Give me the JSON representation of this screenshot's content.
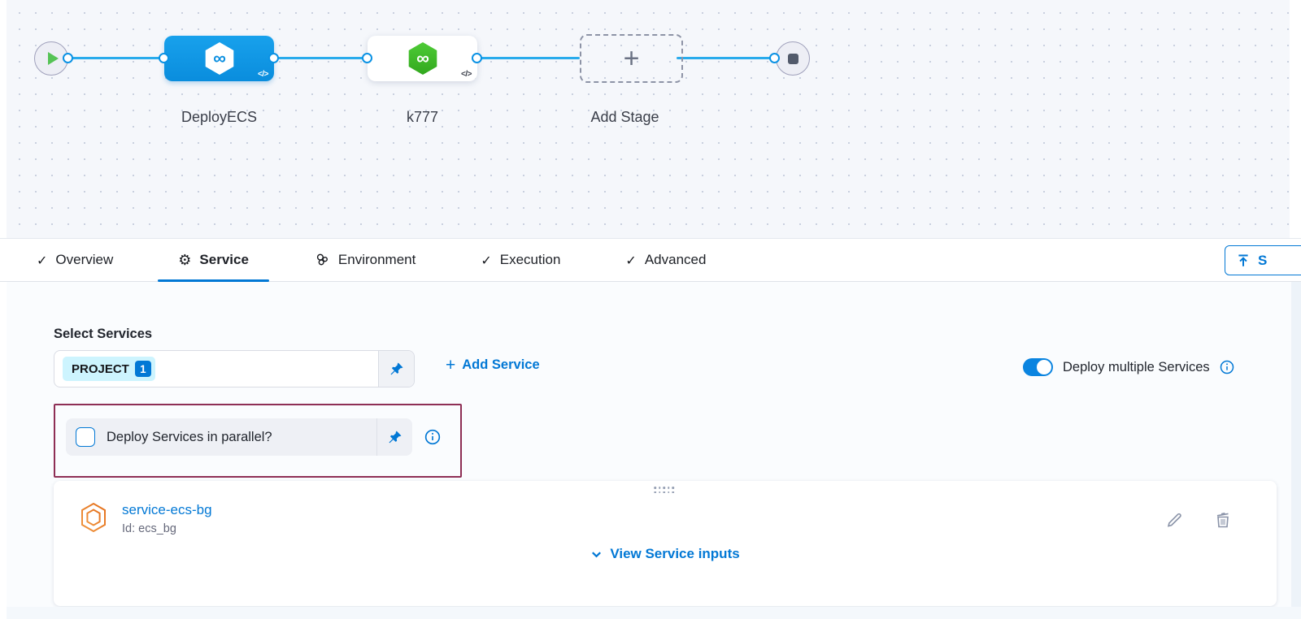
{
  "canvas": {
    "stages": [
      {
        "name": "DeployECS"
      },
      {
        "name": "k777"
      }
    ],
    "add_stage_label": "Add Stage"
  },
  "icons": {
    "infinity": "∞",
    "code": "</>",
    "plus": "+",
    "check": "✓",
    "gear": "⚙"
  },
  "tabs": [
    {
      "label": "Overview"
    },
    {
      "label": "Service"
    },
    {
      "label": "Environment"
    },
    {
      "label": "Execution"
    },
    {
      "label": "Advanced"
    }
  ],
  "header": {
    "save_label": "S"
  },
  "services": {
    "section_label": "Select Services",
    "selected_service_tag": "PROJECT",
    "selected_count": "1",
    "add_service_label": "Add Service",
    "deploy_multiple_label": "Deploy multiple Services",
    "parallel_label": "Deploy Services in parallel?"
  },
  "service_card": {
    "name": "service-ecs-bg",
    "id": "Id: ecs_bg",
    "view_inputs_label": "View Service inputs"
  },
  "colors": {
    "accent": "#0278d5",
    "stage_blue": "#0b92e4",
    "stage_green": "#3fbe2b",
    "connector": "#29abec",
    "highlight_border": "#8e2f55",
    "tag_bg": "#cdf4fe"
  }
}
